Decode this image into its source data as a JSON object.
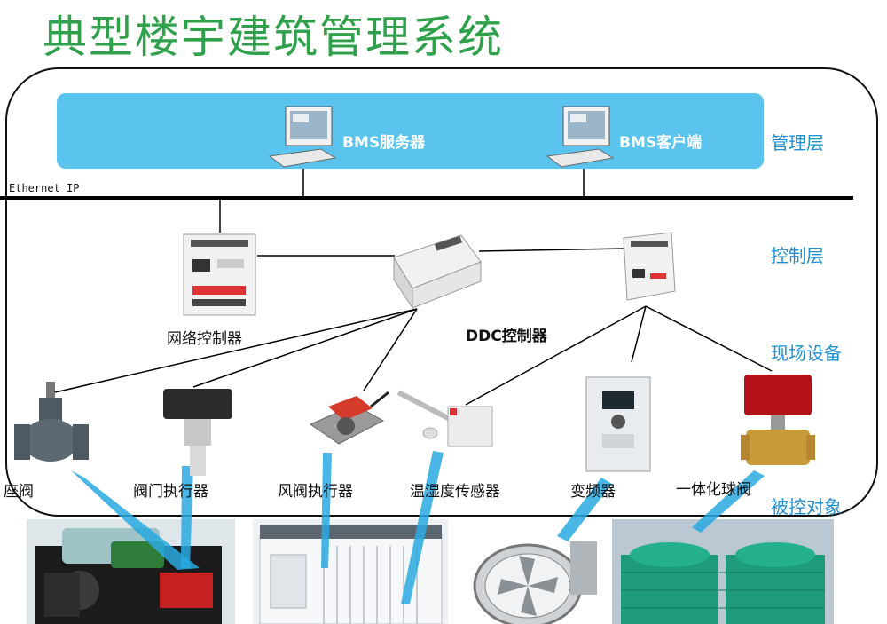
{
  "title": "典型楼宇建筑管理系统",
  "network": {
    "label": "Ethernet IP"
  },
  "layers": {
    "management": "管理层",
    "control": "控制层",
    "field": "现场设备",
    "controlled": "被控对象"
  },
  "management": {
    "server": "BMS服务器",
    "client": "BMS客户端"
  },
  "control": {
    "network_controller": "网络控制器",
    "ddc_controller": "DDC控制器"
  },
  "field_devices": [
    "座阀",
    "阀门执行器",
    "风阀执行器",
    "温湿度传感器",
    "变频器",
    "一体化球阀"
  ],
  "colors": {
    "title": "#2fa14a",
    "management_band": "#5bc4ee",
    "layer_label": "#1f8fd0",
    "beam": "#29a9e0"
  }
}
